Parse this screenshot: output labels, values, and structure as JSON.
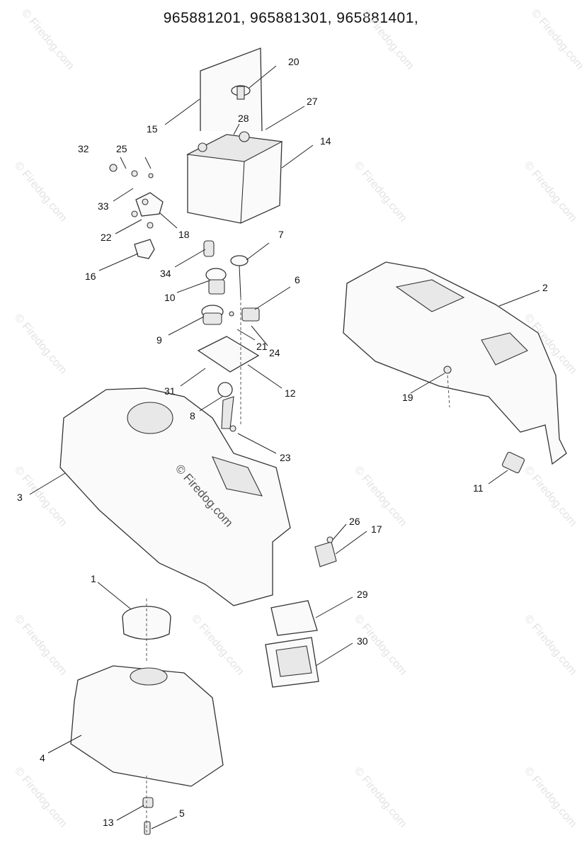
{
  "header": {
    "models": "965881201, 965881301, 965881401,"
  },
  "watermark": {
    "text": "© Firedog.com"
  },
  "callouts": [
    {
      "n": "1"
    },
    {
      "n": "2"
    },
    {
      "n": "3"
    },
    {
      "n": "4"
    },
    {
      "n": "5"
    },
    {
      "n": "6"
    },
    {
      "n": "7"
    },
    {
      "n": "8"
    },
    {
      "n": "9"
    },
    {
      "n": "10"
    },
    {
      "n": "11"
    },
    {
      "n": "12"
    },
    {
      "n": "13"
    },
    {
      "n": "14"
    },
    {
      "n": "15"
    },
    {
      "n": "16"
    },
    {
      "n": "17"
    },
    {
      "n": "18"
    },
    {
      "n": "19"
    },
    {
      "n": "20"
    },
    {
      "n": "21"
    },
    {
      "n": "22"
    },
    {
      "n": "23"
    },
    {
      "n": "24"
    },
    {
      "n": "25"
    },
    {
      "n": "26"
    },
    {
      "n": "27"
    },
    {
      "n": "28"
    },
    {
      "n": "29"
    },
    {
      "n": "30"
    },
    {
      "n": "31"
    },
    {
      "n": "32"
    },
    {
      "n": "33"
    },
    {
      "n": "34"
    }
  ]
}
